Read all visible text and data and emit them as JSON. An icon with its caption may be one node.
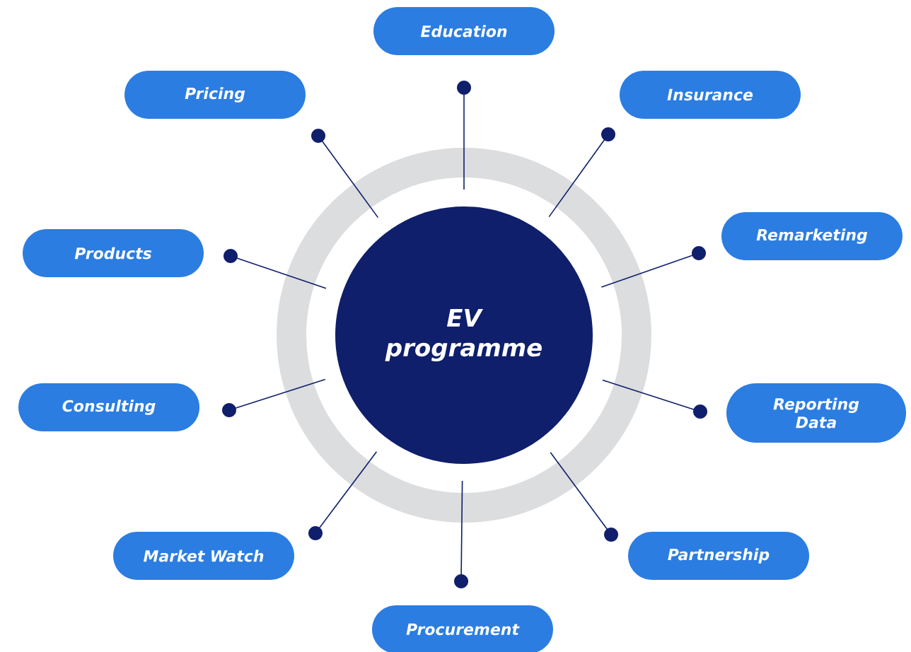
{
  "diagram": {
    "nodes": [
      {
        "text": [
          "EV programme"
        ]
      },
      {
        "text": [
          "Education"
        ]
      },
      {
        "text": [
          "Pricing"
        ]
      },
      {
        "text": [
          "Insurance"
        ]
      },
      {
        "text": [
          "Products"
        ]
      },
      {
        "text": [
          "Remarketing"
        ]
      },
      {
        "text": [
          "Consulting"
        ]
      },
      {
        "text": [
          "Reporting Data"
        ]
      },
      {
        "text": [
          "Market Watch"
        ]
      },
      {
        "text": [
          "Procurement"
        ]
      },
      {
        "text": [
          "Partnership"
        ]
      }
    ],
    "edges": [
      {
        "from": 0,
        "to": 1,
        "arrow": "other"
      },
      {
        "from": 0,
        "to": 2,
        "arrow": "other"
      },
      {
        "from": 0,
        "to": 3,
        "arrow": "other"
      },
      {
        "from": 0,
        "to": 4,
        "arrow": "other"
      },
      {
        "from": 0,
        "to": 5,
        "arrow": "other"
      },
      {
        "from": 0,
        "to": 6,
        "arrow": "other"
      },
      {
        "from": 0,
        "to": 7,
        "arrow": "other"
      },
      {
        "from": 0,
        "to": 8,
        "arrow": "other"
      },
      {
        "from": 0,
        "to": 9,
        "arrow": "other"
      },
      {
        "from": 0,
        "to": 10,
        "arrow": "other"
      }
    ]
  }
}
